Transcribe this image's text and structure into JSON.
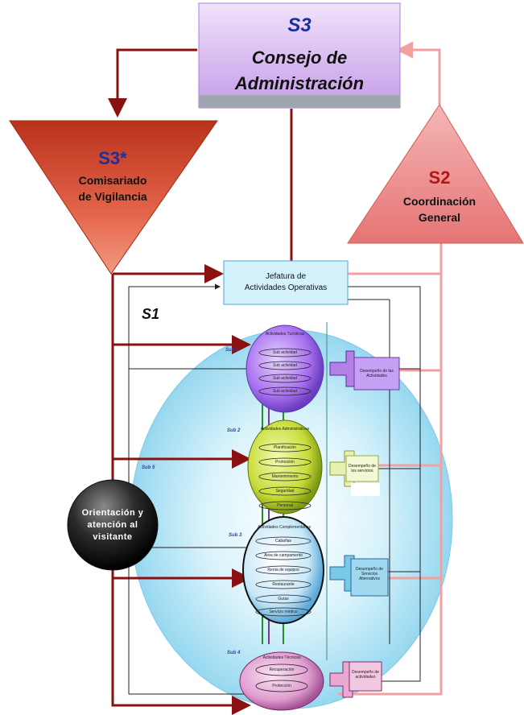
{
  "s3": {
    "code": "S3",
    "name_line1": "Consejo de",
    "name_line2": "Administración"
  },
  "s3_star": {
    "code": "S3*",
    "name_line1": "Comisariado",
    "name_line2": "de Vigilancia"
  },
  "s2": {
    "code": "S2",
    "name_line1": "Coordinación",
    "name_line2": "General"
  },
  "jefatura": {
    "line1": "Jefatura de",
    "line2": "Actividades Operativas"
  },
  "s1": {
    "label": "S1"
  },
  "subs": [
    {
      "label": "Sub 1",
      "title": "Actividades Turísticas"
    },
    {
      "label": "Sub 2",
      "title": "Actividades Administrativas"
    },
    {
      "label": "Sub 3",
      "title": "Actividades Complementarias"
    },
    {
      "label": "Sub 4",
      "title": "Actividades Técnicas"
    }
  ],
  "sub1_items": [
    "Sub actividad",
    "Sub actividad",
    "Sub actividad",
    "Sub actividad"
  ],
  "sub2_items": [
    "Planificación",
    "Promoción",
    "Mantenimiento",
    "Seguridad",
    "Personal"
  ],
  "sub3_items": [
    "Cabañas",
    "Área de campamento",
    "Renta de equipos",
    "Restaurante",
    "Guías",
    "Servicio médico"
  ],
  "sub4_items": [
    "Recuperación",
    "Protección"
  ],
  "side_boxes": [
    "Desempeño de las Actividades",
    "Desempeño de los servicios",
    "Desempeño de Servicios Alternativos",
    "Desempeño de actividades"
  ],
  "orientacion": {
    "line1": "Orientación y",
    "line2": "atención al",
    "line3": "visitante"
  },
  "colors": {
    "dark_red": "#8b1111",
    "pink": "#f2a0a0",
    "s3_box": "#d8b8f2",
    "s3_star": "#d84a2e",
    "s2": "#f09090",
    "s1_ellipse": "#bfe8f4",
    "jefatura": "#d4f2fb"
  }
}
